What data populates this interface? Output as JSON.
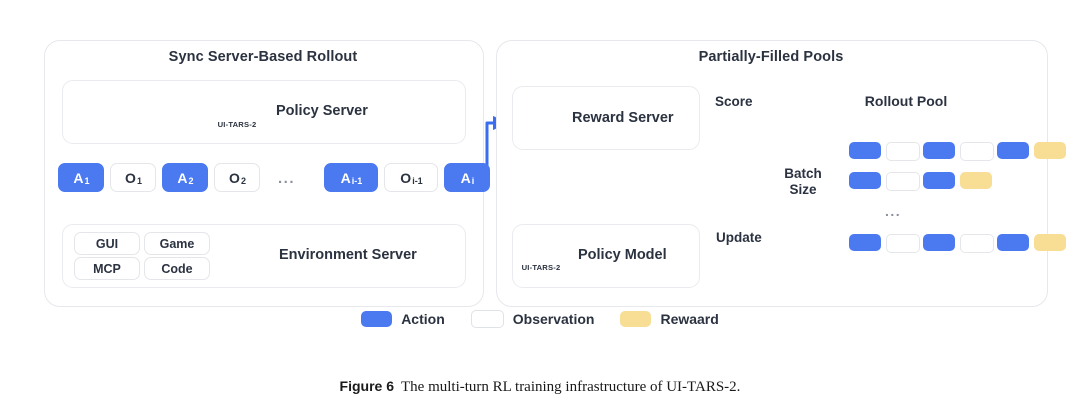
{
  "figure": {
    "number": "Figure 6",
    "caption": "The multi-turn RL training infrastructure of UI-TARS-2."
  },
  "left_panel": {
    "title": "Sync Server-Based Rollout",
    "policy_server": {
      "label": "Policy Server",
      "logo_sub": "UI-TARS-2",
      "logo_name": "ui-tars-2-logo"
    },
    "trajectory": [
      {
        "kind": "action",
        "base": "A",
        "sub": "1"
      },
      {
        "kind": "observation",
        "base": "O",
        "sub": "1"
      },
      {
        "kind": "action",
        "base": "A",
        "sub": "2"
      },
      {
        "kind": "observation",
        "base": "O",
        "sub": "2"
      },
      {
        "kind": "ellipsis",
        "base": "...",
        "sub": ""
      },
      {
        "kind": "action",
        "base": "A",
        "sub": "i-1"
      },
      {
        "kind": "observation",
        "base": "O",
        "sub": "i-1"
      },
      {
        "kind": "action",
        "base": "A",
        "sub": "i"
      }
    ],
    "environment_server": {
      "label": "Environment Server",
      "icon": "toolbox-icon",
      "tags": [
        "GUI",
        "Game",
        "MCP",
        "Code"
      ]
    }
  },
  "right_panel": {
    "title": "Partially-Filled Pools",
    "reward_server": {
      "label": "Reward Server",
      "icon": "reward-check-cross-robot-icon"
    },
    "policy_model": {
      "label": "Policy Model",
      "logo_sub": "UI-TARS-2",
      "logo_name": "ui-tars-2-logo"
    },
    "score_arrow_label": "Score",
    "update_arrow_label": "Update",
    "rollout_pool": {
      "title": "Rollout Pool",
      "batch_label": "Batch\nSize",
      "batch_label_line1": "Batch",
      "batch_label_line2": "Size",
      "dots": "...",
      "rows": [
        [
          "action",
          "obs",
          "action",
          "obs",
          "action",
          "reward"
        ],
        [
          "action",
          "obs",
          "action",
          "reward"
        ],
        [
          "action",
          "obs",
          "action",
          "obs",
          "action",
          "reward"
        ]
      ]
    }
  },
  "legend": [
    {
      "kind": "action",
      "label": "Action"
    },
    {
      "kind": "observation",
      "label": "Observation"
    },
    {
      "kind": "reward",
      "label": "Rewaard"
    }
  ],
  "colors": {
    "action_blue": "#4a79f0",
    "reward_yellow": "#f8dd95",
    "observation_white": "#ffffff",
    "border_gray": "#e4e6ea",
    "dashed_gray": "#c9ccd2",
    "text": "#2b3240"
  }
}
